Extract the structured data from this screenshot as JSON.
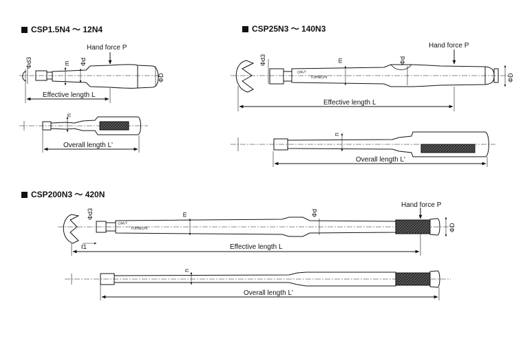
{
  "sections": {
    "small": {
      "title": "CSP1.5N4 ～ 12N4"
    },
    "medium": {
      "title": "CSP25N3 ～ 140N3"
    },
    "large": {
      "title": "CSP200N3 ～ 420N"
    }
  },
  "labels": {
    "hand_force": "Hand force P",
    "effective_length": "Effective length L",
    "overall_length": "Overall length L'",
    "phi_d3": "Φd3",
    "m": "m",
    "phi_d": "Φd",
    "phi_D": "ΦD",
    "n": "n",
    "l1": "ℓ1",
    "only": "ONLY",
    "brand": "TOHNICHI"
  },
  "colors": {
    "line": "#111111",
    "knurl": "#2a2a2a",
    "background": "#ffffff"
  }
}
